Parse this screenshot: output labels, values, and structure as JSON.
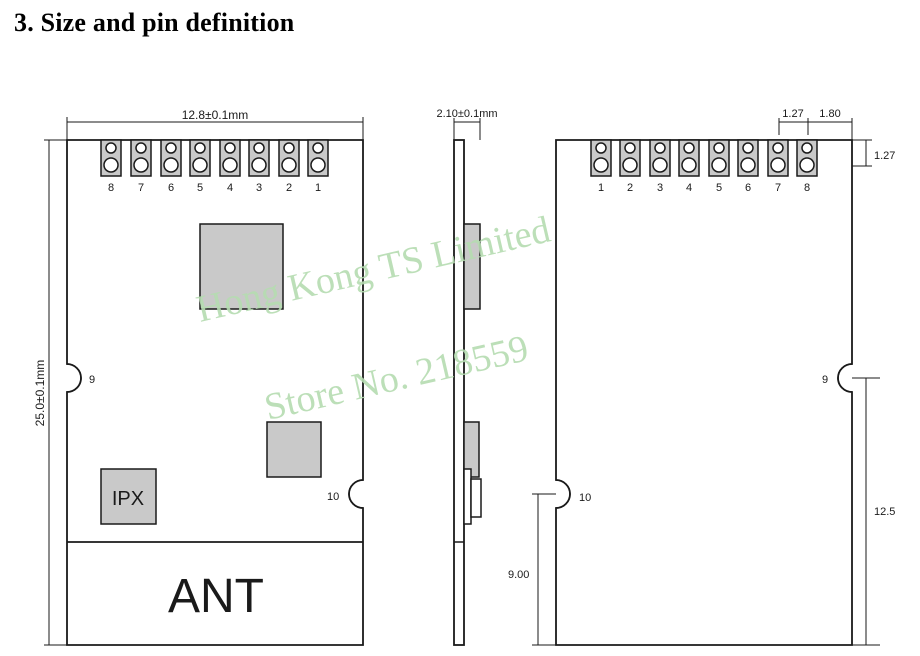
{
  "heading": "3. Size and pin definition",
  "front_view": {
    "width_label": "12.8±0.1mm",
    "height_label": "25.0±0.1mm",
    "pins": [
      "8",
      "7",
      "6",
      "5",
      "4",
      "3",
      "2",
      "1"
    ],
    "side_pin_left": "9",
    "side_pin_right": "10",
    "connector_label": "IPX",
    "antenna_label": "ANT"
  },
  "side_view": {
    "thickness_label": "2.10±0.1mm"
  },
  "back_view": {
    "pitch_label": "1.27",
    "edge_label": "1.80",
    "pin_height_label": "1.27",
    "pins": [
      "1",
      "2",
      "3",
      "4",
      "5",
      "6",
      "7",
      "8"
    ],
    "side_pin_right": "9",
    "side_pin_left": "10",
    "dim_left": "9.00",
    "dim_right": "12.5"
  },
  "watermark": {
    "line1": "Hong Kong TS Limited",
    "line2": "Store No. 218559"
  },
  "colors": {
    "outline": "#1a1a1a",
    "component_fill": "#c9c9c9",
    "watermark": "#b5dbb0"
  }
}
